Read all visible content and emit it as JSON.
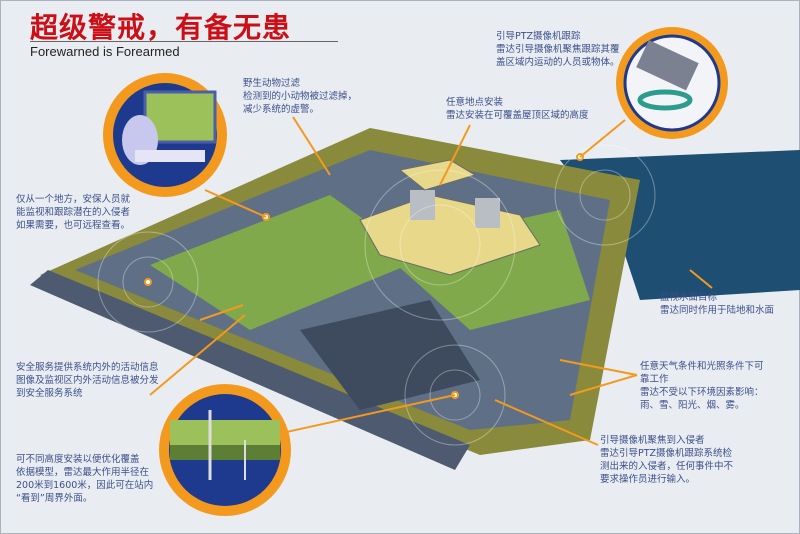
{
  "header": {
    "title": "超级警戒，有备无患",
    "subtitle": "Forewarned is Forearmed"
  },
  "notes": {
    "wildlife": "野生动物过滤\n检测到的小动物被过滤掉，\n减少系统的虚警。",
    "ptz": "引导PTZ摄像机跟踪\n雷达引导摄像机聚焦跟踪其覆\n盖区域内运动的人员或物体。",
    "install": "任意地点安装\n雷达安装在可覆盖屋顶区域的高度",
    "one_place": "仅从一个地方，安保人员就\n能监视和跟踪潜在的入侵者\n如果需要，也可远程查看。",
    "water": "监视水面目标\n雷达同时作用于陆地和水面",
    "weather": "任意天气条件和光照条件下可\n靠工作\n雷达不受以下环境因素影响：\n雨、雪、阳光、烟、雾。",
    "camera_focus": "引导摄像机聚焦到入侵者\n雷达引导PTZ摄像机跟踪系统检\n测出来的入侵者，任何事件中不\n要求操作员进行输入。",
    "security_service": "安全服务提供系统内外的活动信息\n图像及监视区内外活动信息被分发\n到安全服务系统",
    "heights": "可不同高度安装以便优化覆盖\n依据模型，雷达最大作用半径在\n200米到1600米，因此可在站内\n“看到”周界外面。"
  },
  "colors": {
    "accent": "#f39a1e",
    "title": "#cc0f16",
    "text": "#3b4f8c",
    "grass": "#7fa94a",
    "road": "#4d5a70",
    "water": "#1e4f73"
  }
}
